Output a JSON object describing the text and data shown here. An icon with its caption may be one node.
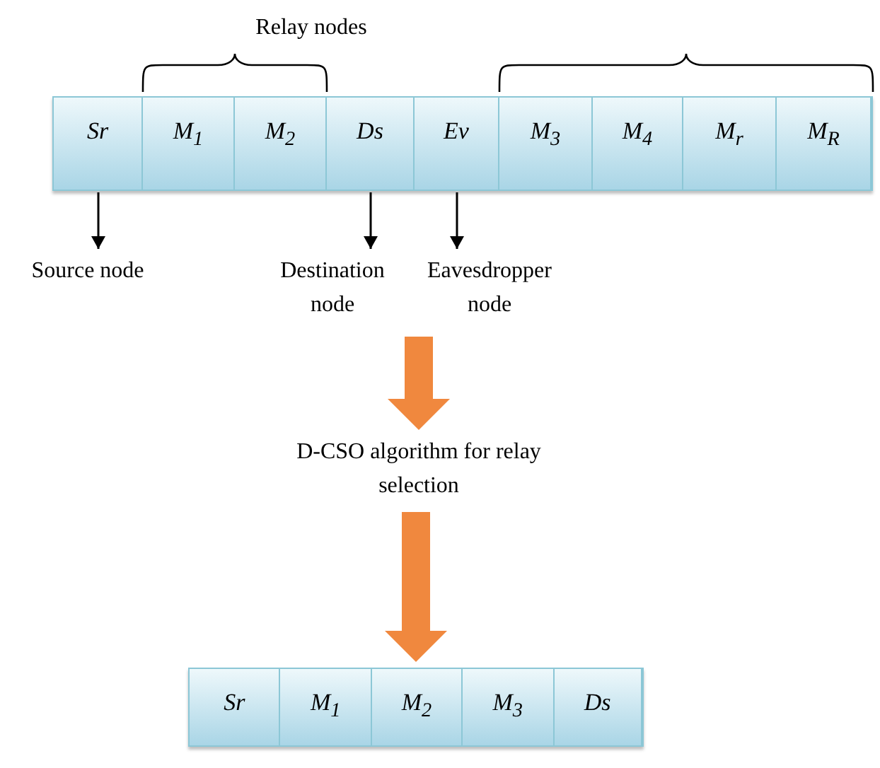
{
  "diagram": {
    "nodes": [
      {
        "text": [],
        "shape": "bar"
      },
      {
        "text": [
          "Sr"
        ],
        "in": 0
      },
      {
        "text": [
          "M$_{1}$"
        ],
        "in": 0
      },
      {
        "text": [
          "M$_{2}$"
        ],
        "in": 0
      },
      {
        "text": [
          "Ds"
        ],
        "in": 0
      },
      {
        "text": [
          "Ev"
        ],
        "in": 0
      },
      {
        "text": [
          "M$_{3}$"
        ],
        "in": 0
      },
      {
        "text": [
          "M$_{4}$"
        ],
        "in": 0
      },
      {
        "text": [
          "M$_{r}$"
        ],
        "in": 0
      },
      {
        "text": [
          "M$_{R}$"
        ],
        "in": 0
      },
      {
        "text": [
          "Source node"
        ]
      },
      {
        "text": [
          "Destination node"
        ]
      },
      {
        "text": [
          "Eavesdropper node"
        ]
      },
      {
        "text": [
          "D-CSO algorithm for relay selection"
        ]
      },
      {
        "text": [],
        "shape": "bar"
      },
      {
        "text": [
          "Sr"
        ],
        "in": 14
      },
      {
        "text": [
          "M$_{1}$"
        ],
        "in": 14
      },
      {
        "text": [
          "M$_{2}$"
        ],
        "in": 14
      },
      {
        "text": [
          "M$_{3}$"
        ],
        "in": 14
      },
      {
        "text": [
          "Ds"
        ],
        "in": 14
      }
    ],
    "edges": [
      {
        "from": 1,
        "to": 10,
        "arrow": "to"
      },
      {
        "from": 4,
        "to": 11,
        "arrow": "to"
      },
      {
        "from": 5,
        "to": 12,
        "arrow": "to"
      },
      {
        "from": null,
        "to": 13,
        "arrow": "to",
        "style": "thick",
        "color": "#f0883e"
      },
      {
        "from": 13,
        "to": 14,
        "arrow": "to",
        "style": "thick",
        "color": "#f0883e"
      }
    ],
    "labels": [
      "Relay nodes"
    ]
  }
}
